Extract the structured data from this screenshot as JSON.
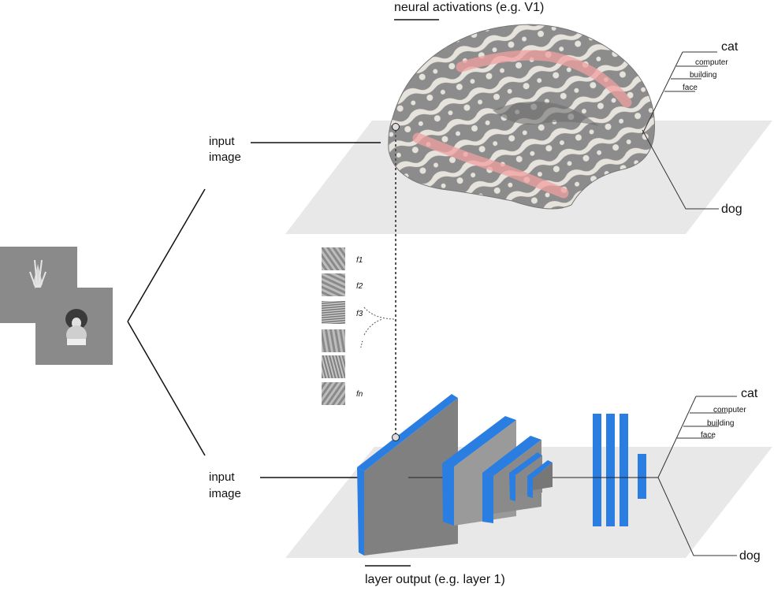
{
  "top": {
    "title": "neural activations (e.g. V1)",
    "input_label_line1": "input",
    "input_label_line2": "image",
    "classes": {
      "cat": "cat",
      "computer": "computer",
      "building": "building",
      "face": "face",
      "dog": "dog"
    }
  },
  "filters": {
    "labels": [
      "f1",
      "f2",
      "f3",
      "⋮",
      "fn"
    ]
  },
  "bottom": {
    "title": "layer output (e.g. layer 1)",
    "input_label_line1": "input",
    "input_label_line2": "image",
    "classes": {
      "cat": "cat",
      "computer": "computer",
      "building": "building",
      "face": "face",
      "dog": "dog"
    }
  },
  "colors": {
    "layer_blue": "#2a7de1",
    "plane": "#e8e8e8",
    "highlight": "#f2a0a0"
  }
}
